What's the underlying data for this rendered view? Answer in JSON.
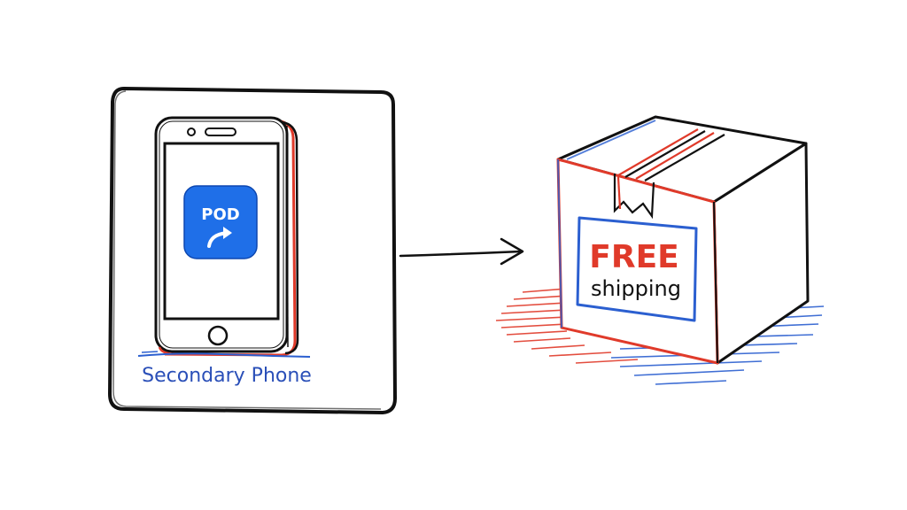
{
  "phone_panel": {
    "caption": "Secondary Phone",
    "app_icon": {
      "label": "POD",
      "glyph": "share-arrow-icon",
      "color": "#1f6fe8"
    }
  },
  "box": {
    "label_line1": "FREE",
    "label_line2": "shipping"
  },
  "colors": {
    "ink": "#111111",
    "accent_red": "#e03a2a",
    "accent_blue": "#2b5fd0",
    "caption_blue": "#2a4fb8"
  }
}
